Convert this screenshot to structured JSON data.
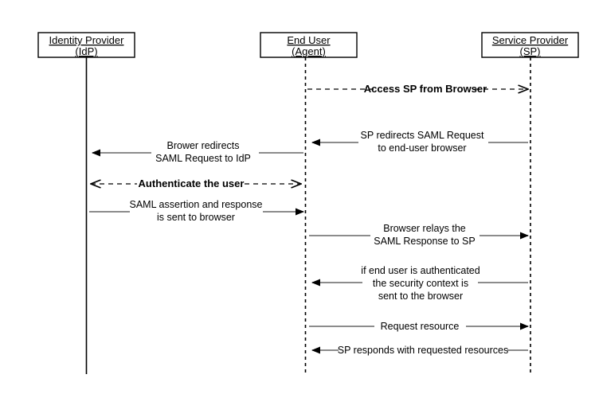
{
  "diagram": {
    "title": "SAML SSO sequence diagram",
    "background_color": "#ffffff",
    "line_color": "#7b7b7b",
    "arrow_color": "#000000",
    "actors": [
      {
        "id": "idp",
        "line1": "Identity  Provider",
        "line2": "(IdP)",
        "lifeline_style": "solid"
      },
      {
        "id": "enduser",
        "line1": "End User",
        "line2": "(Agent)",
        "lifeline_style": "dashed"
      },
      {
        "id": "sp",
        "line1": "Service  Provider",
        "line2": "(SP)",
        "lifeline_style": "dashed"
      }
    ],
    "messages": [
      {
        "id": "m1",
        "lines": [
          "Access SP from Browser"
        ],
        "from": "enduser",
        "to": "sp",
        "direction": "right",
        "style": "dashed",
        "bold": true,
        "arrowhead": "open"
      },
      {
        "id": "m2",
        "lines": [
          "SP redirects SAML Request",
          "to end-user browser"
        ],
        "from": "sp",
        "to": "enduser",
        "direction": "left",
        "style": "solid",
        "bold": false,
        "arrowhead": "filled"
      },
      {
        "id": "m3",
        "lines": [
          "Brower redirects",
          "SAML Request to IdP"
        ],
        "from": "enduser",
        "to": "idp",
        "direction": "left",
        "style": "solid",
        "bold": false,
        "arrowhead": "filled"
      },
      {
        "id": "m4",
        "lines": [
          "Authenticate the user"
        ],
        "from": "idp",
        "to": "enduser",
        "direction": "both",
        "style": "dashed",
        "bold": true,
        "arrowhead": "open"
      },
      {
        "id": "m5",
        "lines": [
          "SAML assertion and response",
          "is sent to browser"
        ],
        "from": "idp",
        "to": "enduser",
        "direction": "right",
        "style": "solid",
        "bold": false,
        "arrowhead": "filled"
      },
      {
        "id": "m6",
        "lines": [
          "Browser relays the",
          "SAML Response to SP"
        ],
        "from": "enduser",
        "to": "sp",
        "direction": "right",
        "style": "solid",
        "bold": false,
        "arrowhead": "filled"
      },
      {
        "id": "m7",
        "lines": [
          "if end user is authenticated",
          "the security context is",
          "sent to the browser"
        ],
        "from": "sp",
        "to": "enduser",
        "direction": "left",
        "style": "solid",
        "bold": false,
        "arrowhead": "filled"
      },
      {
        "id": "m8",
        "lines": [
          "Request resource"
        ],
        "from": "enduser",
        "to": "sp",
        "direction": "right",
        "style": "solid",
        "bold": false,
        "arrowhead": "filled"
      },
      {
        "id": "m9",
        "lines": [
          "SP responds with requested resources"
        ],
        "from": "sp",
        "to": "enduser",
        "direction": "left",
        "style": "solid",
        "bold": false,
        "arrowhead": "filled"
      }
    ]
  }
}
